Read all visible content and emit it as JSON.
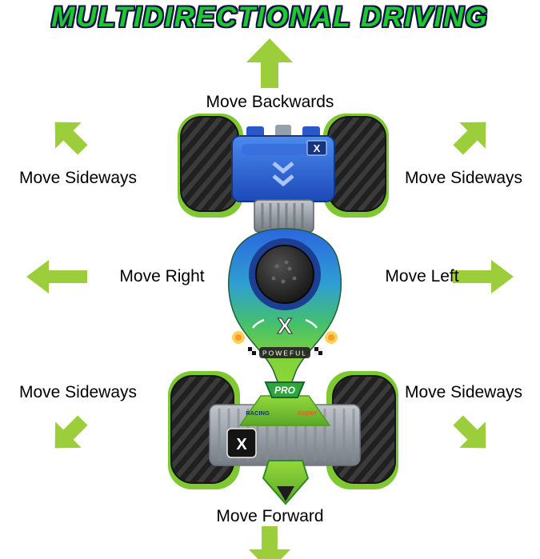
{
  "title": "MULTIDIRECTIONAL DRIVING",
  "colors": {
    "background": "#ffffff",
    "arrow_green": "#9ccd3a",
    "title_green": "#1fc92d",
    "title_outline": "#0f1347",
    "label_text": "#000000"
  },
  "labels": {
    "up": "Move Backwards",
    "up_left": "Move Sideways",
    "up_right": "Move Sideways",
    "left": "Move Right",
    "right": "Move Left",
    "down_left": "Move Sideways",
    "down_right": "Move Sideways",
    "down": "Move Forward"
  },
  "car": {
    "decal_x": "X",
    "decal_poweful": "POWEFUL",
    "decal_pro": "PRO",
    "decal_racing": "RACING",
    "decal_super": "super"
  }
}
